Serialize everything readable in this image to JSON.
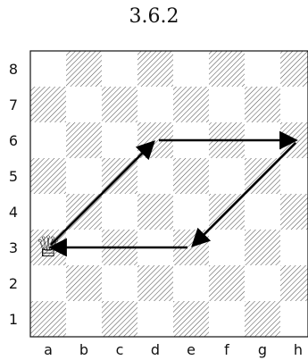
{
  "figure": {
    "title": "3.6.2"
  },
  "board": {
    "files": [
      "a",
      "b",
      "c",
      "d",
      "e",
      "f",
      "g",
      "h"
    ],
    "ranks": [
      "1",
      "2",
      "3",
      "4",
      "5",
      "6",
      "7",
      "8"
    ],
    "dark_square_style": "diagonal-hatch",
    "pieces": [
      {
        "piece": "queen",
        "color": "white",
        "square": "a3",
        "glyph": "♕"
      }
    ],
    "route": [
      "a3",
      "d6",
      "h6",
      "e3",
      "a3"
    ]
  }
}
